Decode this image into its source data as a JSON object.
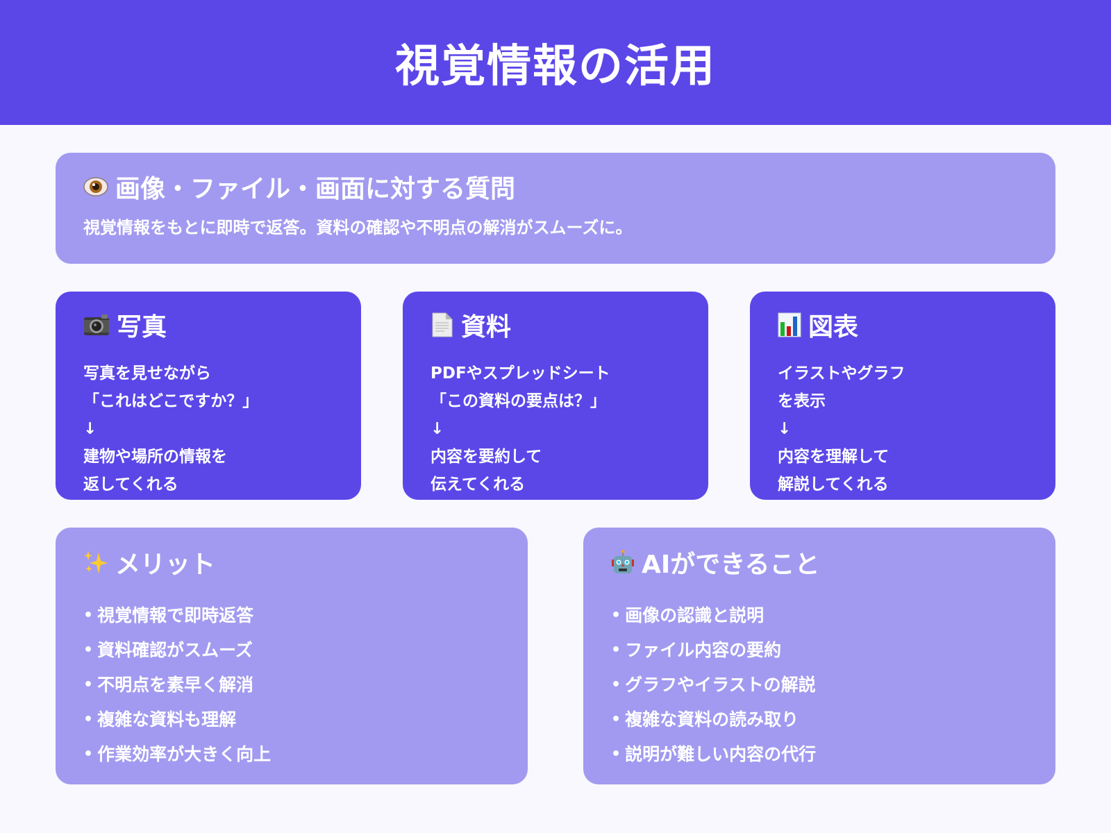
{
  "header": {
    "title": "視覚情報の活用"
  },
  "hero": {
    "icon": "eye-icon",
    "title": "画像・ファイル・画面に対する質問",
    "description": "視覚情報をもとに即時で返答。資料の確認や不明点の解消がスムーズに。"
  },
  "features": [
    {
      "icon": "camera-icon",
      "title": "写真",
      "lines": [
        "写真を見せながら",
        "「これはどこですか？」",
        "↓",
        "建物や場所の情報を",
        "返してくれる"
      ]
    },
    {
      "icon": "document-icon",
      "title": "資料",
      "lines": [
        "PDFやスプレッドシート",
        "「この資料の要点は？」",
        "↓",
        "内容を要約して",
        "伝えてくれる"
      ]
    },
    {
      "icon": "bar-chart-icon",
      "title": "図表",
      "lines": [
        "イラストやグラフ",
        "を表示",
        "↓",
        "内容を理解して",
        "解説してくれる"
      ]
    }
  ],
  "merits": {
    "icon": "sparkles-icon",
    "title": "メリット",
    "bullet": "•",
    "items": [
      "視覚情報で即時返答",
      "資料確認がスムーズ",
      "不明点を素早く解消",
      "複雑な資料も理解",
      "作業効率が大きく向上"
    ]
  },
  "capabilities": {
    "icon": "robot-icon",
    "title": "AIができること",
    "bullet": "•",
    "items": [
      "画像の認識と説明",
      "ファイル内容の要約",
      "グラフやイラストの解説",
      "複雑な資料の読み取り",
      "説明が難しい内容の代行"
    ]
  },
  "colors": {
    "primary": "#5B47E8",
    "light_card": "#A29AF0",
    "background": "#F8F8FE",
    "text": "#FFFFFF"
  }
}
